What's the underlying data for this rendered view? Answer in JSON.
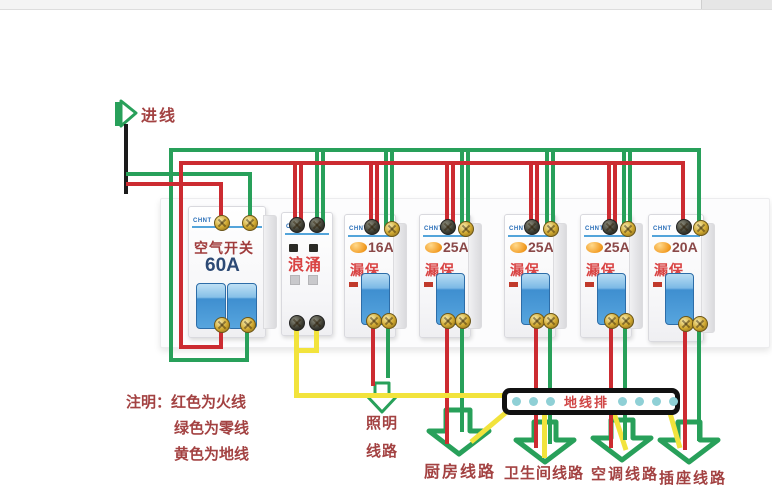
{
  "incoming": {
    "label": "进线"
  },
  "legend": {
    "prefix": "注明：",
    "lines": [
      "红色为火线",
      "绿色为零线",
      "黄色为地线"
    ]
  },
  "breakers": [
    {
      "brand": "CHNT",
      "title": "空气开关",
      "rating": "60A"
    },
    {
      "brand": "CHNT",
      "title": "浪涌",
      "rating": ""
    },
    {
      "brand": "CHNT",
      "title": "漏保",
      "rating": "16A"
    },
    {
      "brand": "CHNT",
      "title": "漏保",
      "rating": "25A"
    },
    {
      "brand": "CHNT",
      "title": "漏保",
      "rating": "25A"
    },
    {
      "brand": "CHNT",
      "title": "漏保",
      "rating": "25A"
    },
    {
      "brand": "CHNT",
      "title": "漏保",
      "rating": "20A"
    }
  ],
  "ground_bar": {
    "label": "地线排"
  },
  "circuits": [
    {
      "name": "lighting",
      "lines": [
        "照明",
        "线路"
      ]
    },
    {
      "name": "kitchen",
      "label": "厨房线路"
    },
    {
      "name": "bathroom",
      "label": "卫生间线路"
    },
    {
      "name": "ac",
      "label": "空调线路"
    },
    {
      "name": "socket",
      "label": "插座线路"
    }
  ],
  "colors": {
    "live": "#cc2b31",
    "neutral": "#28a05a",
    "ground": "#f2e33c",
    "black": "#1b1b1b",
    "label": "#a34242",
    "rating": "#8a4848",
    "name_red": "#d94343",
    "main_blue": "#2d4a75",
    "terminal": "#8fd0d6",
    "bar_label": "#d04545",
    "brand_blue": "#2a6fb8"
  }
}
